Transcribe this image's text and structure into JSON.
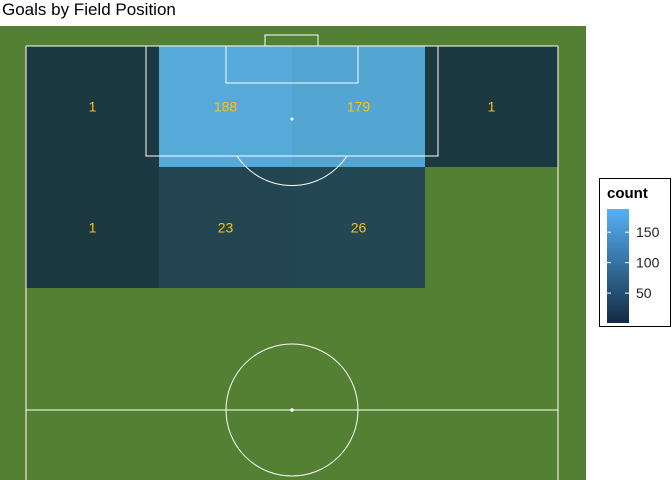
{
  "chart_data": {
    "type": "heatmap",
    "title": "Goals by Field Position",
    "subtitle": "",
    "xlabel": "",
    "ylabel": "",
    "legend_title": "count",
    "legend_position": "right",
    "legend_ticks": [
      50,
      100,
      150
    ],
    "color_range": [
      1,
      188
    ],
    "color_low": "#132b43",
    "color_high": "#56b1f7",
    "rows": [
      {
        "name": "",
        "cells": [
          {
            "col": 0,
            "value": 1
          },
          {
            "col": 1,
            "value": 188
          },
          {
            "col": 2,
            "value": 179
          },
          {
            "col": 3,
            "value": 1
          }
        ]
      },
      {
        "name": "",
        "cells": [
          {
            "col": 0,
            "value": 1
          },
          {
            "col": 1,
            "value": 23
          },
          {
            "col": 2,
            "value": 26
          }
        ]
      }
    ],
    "grid": false
  },
  "colors": {
    "pitch_green": "#538032",
    "line_white": "#ffffff",
    "label_color": "#ffc107"
  }
}
